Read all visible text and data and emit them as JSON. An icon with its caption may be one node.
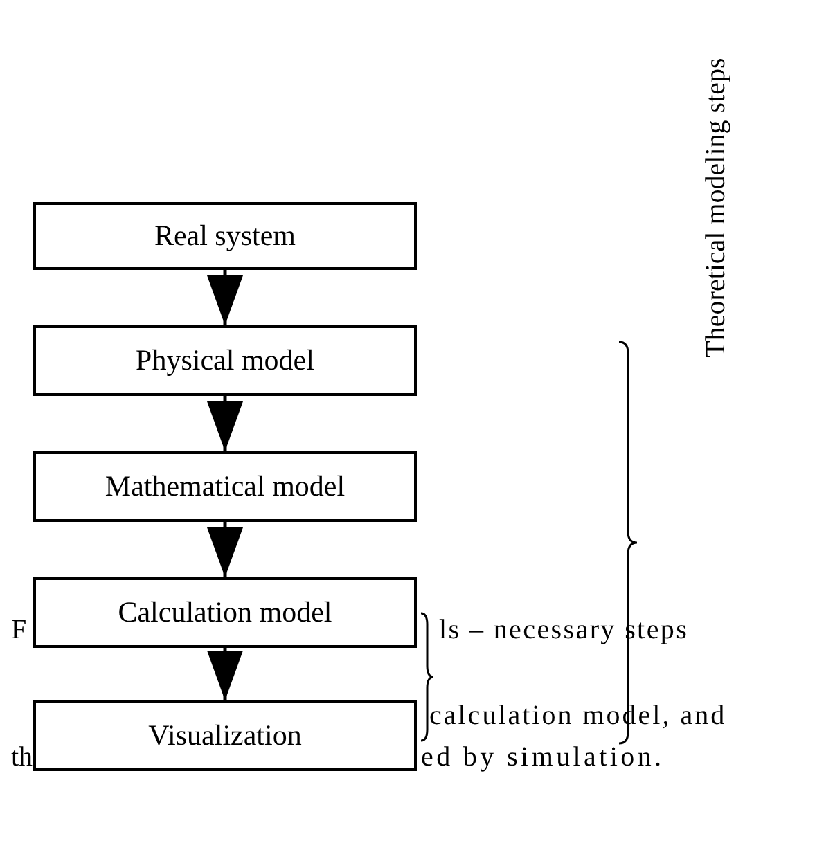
{
  "diagram": {
    "nodes": [
      {
        "text": [
          "Real system"
        ]
      },
      {
        "text": [
          "Physical model"
        ]
      },
      {
        "text": [
          "Mathematical model"
        ]
      },
      {
        "text": [
          "Calculation model"
        ]
      },
      {
        "text": [
          "Visualization"
        ]
      }
    ],
    "edges": [
      {
        "from": 0,
        "to": 1,
        "arrow": "to"
      },
      {
        "from": 1,
        "to": 2,
        "arrow": "to"
      },
      {
        "from": 2,
        "to": 3,
        "arrow": "to"
      },
      {
        "from": 3,
        "to": 4,
        "arrow": "to"
      }
    ],
    "labels": [
      "Theoretical modeling steps",
      "F",
      "ls – necessary steps",
      "calculation model, and",
      "th",
      "ed by simulation."
    ]
  }
}
